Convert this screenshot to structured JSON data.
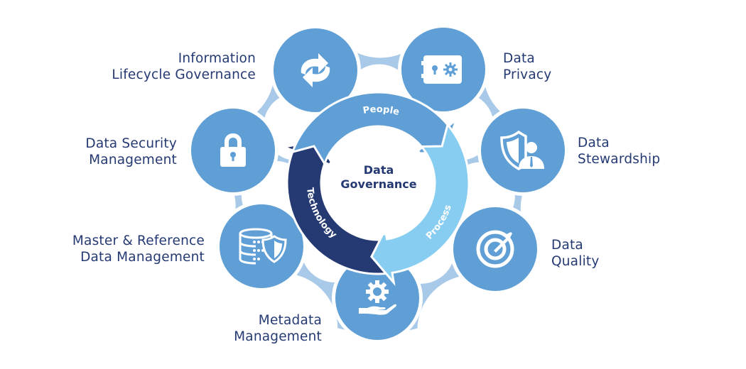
{
  "center": {
    "title_line1": "Data",
    "title_line2": "Governance"
  },
  "cycle": [
    {
      "label": "People",
      "color": "#5f9fd5",
      "icon": "arrow-segment"
    },
    {
      "label": "Process",
      "color": "#86cdf1",
      "icon": "arrow-segment"
    },
    {
      "label": "Technology",
      "color": "#253a73",
      "icon": "arrow-segment"
    }
  ],
  "areas": [
    {
      "id": "lifecycle",
      "line1": "Information",
      "line2": "Lifecycle Governance",
      "icon": "refresh-arrows-icon"
    },
    {
      "id": "privacy",
      "line1": "Data",
      "line2": "Privacy",
      "icon": "safe-gear-icon"
    },
    {
      "id": "stewardship",
      "line1": "Data",
      "line2": "Stewardship",
      "icon": "shield-person-icon"
    },
    {
      "id": "quality",
      "line1": "Data",
      "line2": "Quality",
      "icon": "target-icon"
    },
    {
      "id": "metadata",
      "line1": "Metadata",
      "line2": "Management",
      "icon": "hand-gear-icon"
    },
    {
      "id": "master",
      "line1": "Master & Reference",
      "line2": "Data Management",
      "icon": "database-shield-icon"
    },
    {
      "id": "security",
      "line1": "Data Security",
      "line2": "Management",
      "icon": "padlock-icon"
    }
  ],
  "colors": {
    "text": "#253a73",
    "circle": "#5f9fd5",
    "connector": "#a9c9e9",
    "people": "#5f9fd5",
    "process": "#86cdf1",
    "technology": "#253a73"
  }
}
